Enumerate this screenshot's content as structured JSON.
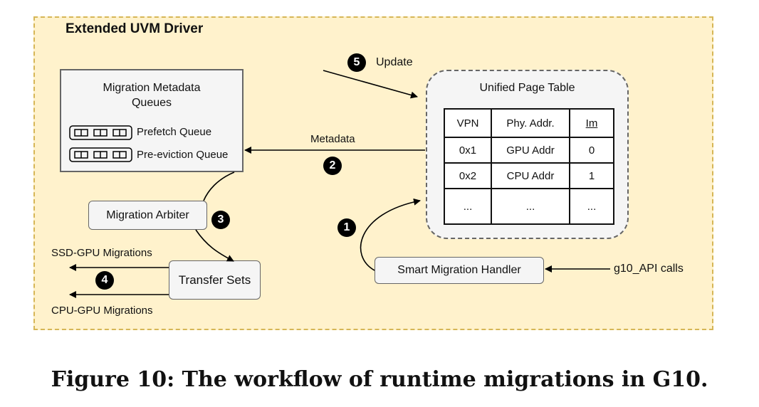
{
  "container": {
    "title": "Extended UVM Driver"
  },
  "metadata_queues": {
    "title_line1": "Migration Metadata",
    "title_line2": "Queues",
    "queues": [
      "Prefetch Queue",
      "Pre-eviction Queue"
    ]
  },
  "page_table": {
    "title": "Unified Page Table",
    "headers": [
      "VPN",
      "Phy. Addr.",
      "Im"
    ],
    "rows": [
      [
        "0x1",
        "GPU Addr",
        "0"
      ],
      [
        "0x2",
        "CPU Addr",
        "1"
      ],
      [
        "...",
        "...",
        "..."
      ]
    ]
  },
  "components": {
    "arbiter": "Migration Arbiter",
    "transfer_sets": "Transfer Sets",
    "handler": "Smart Migration Handler"
  },
  "labels": {
    "update": "Update",
    "metadata": "Metadata",
    "ssd_gpu": "SSD-GPU Migrations",
    "cpu_gpu": "CPU-GPU Migrations",
    "api_calls": "g10_API calls"
  },
  "steps": {
    "s1": "1",
    "s2": "2",
    "s3": "3",
    "s4": "4",
    "s5": "5"
  },
  "caption": "Figure 10: The workflow of runtime migrations in G10."
}
